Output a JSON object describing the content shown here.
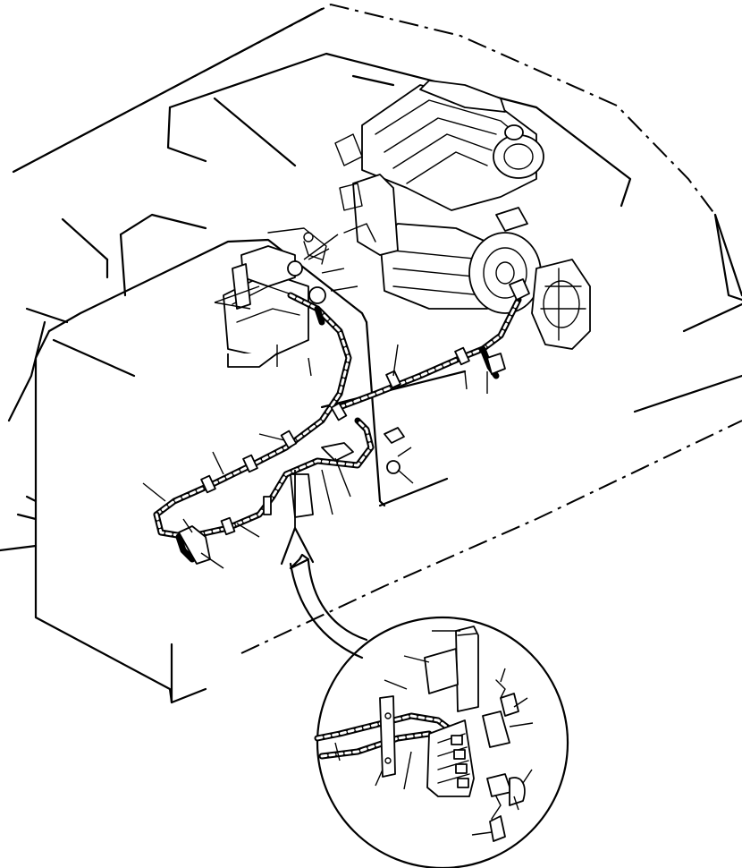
{
  "diagram": {
    "type": "exploded-parts-illustration",
    "colors": {
      "line": "#000000",
      "background": "#ffffff"
    },
    "components": [
      {
        "name": "machine-body"
      },
      {
        "name": "engine"
      },
      {
        "name": "main-wiring-harness"
      },
      {
        "name": "fuel-tank"
      },
      {
        "name": "detail-callout-circle"
      },
      {
        "name": "connector-bracket"
      },
      {
        "name": "detail-arrow"
      }
    ]
  }
}
